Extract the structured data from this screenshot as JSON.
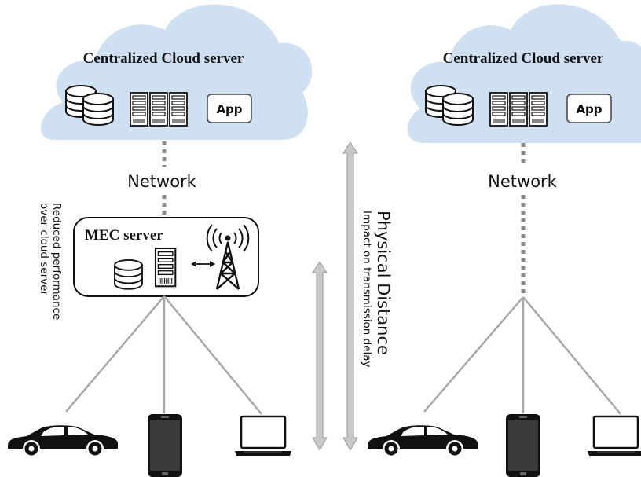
{
  "left": {
    "cloud_title": "Centralized Cloud server",
    "app_label": "App",
    "network_label": "Network",
    "mec_title": "MEC server",
    "side_note_line1": "Reduced performance",
    "side_note_line2": "over cloud server"
  },
  "middle": {
    "distance_label": "Physical Distance",
    "delay_label": "Impact on transmission delay"
  },
  "right": {
    "cloud_title": "Centralized Cloud server",
    "app_label": "App",
    "network_label": "Network"
  },
  "colors": {
    "cloud": "#cfe0f3",
    "line": "#a6a6a6",
    "dotted": "#888888",
    "arrow": "#c8c8c8",
    "device": "#111111",
    "phone": "#3b3b3b"
  },
  "icons": [
    "database-icon",
    "server-rack-icon",
    "app-box-icon",
    "cell-tower-icon",
    "car-icon",
    "smartphone-icon",
    "laptop-icon"
  ]
}
